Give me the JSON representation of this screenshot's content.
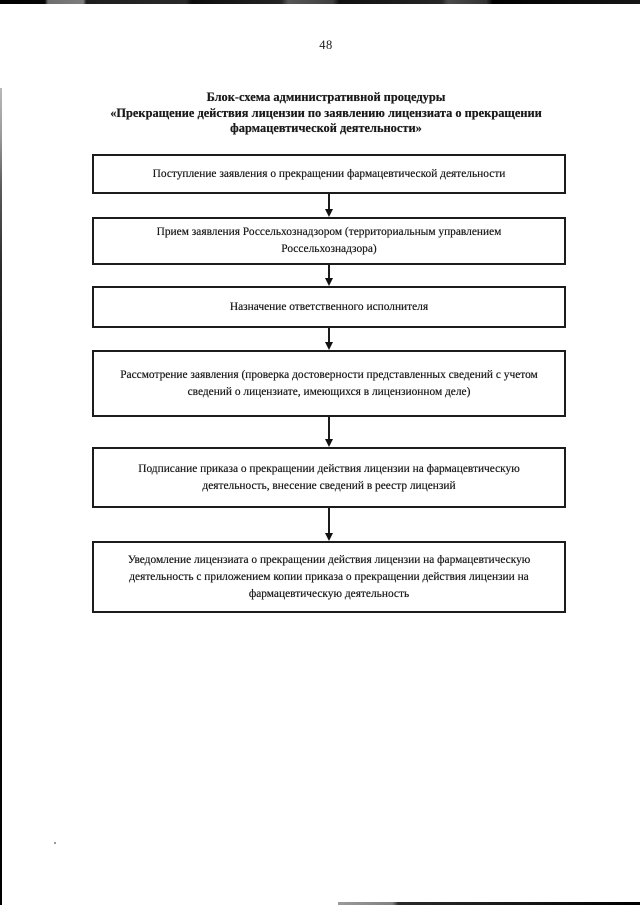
{
  "colors": {
    "ink": "#1b1b1b",
    "paper": "#ffffff",
    "box_border": "#1c1c1c"
  },
  "page": {
    "number": "48",
    "title_lines": [
      "Блок-схема административной процедуры",
      "«Прекращение действия лицензии по заявлению лицензиата о прекращении",
      "фармацевтической деятельности»"
    ]
  },
  "flowchart": {
    "steps": [
      {
        "text": "Поступление заявления о прекращении фармацевтической деятельности"
      },
      {
        "text": "Прием заявления Россельхознадзором (территориальным управлением\nРоссельхознадзора)"
      },
      {
        "text": "Назначение ответственного исполнителя"
      },
      {
        "text": "Рассмотрение заявления (проверка достоверности представленных сведений с учетом\nсведений о лицензиате, имеющихся в лицензионном деле)"
      },
      {
        "text": "Подписание приказа о прекращении действия лицензии на фармацевтическую\nдеятельность, внесение сведений в реестр лицензий"
      },
      {
        "text": "Уведомление лицензиата о прекращении действия лицензии на фармацевтическую\nдеятельность с приложением копии приказа о прекращении действия лицензии на\nфармацевтическую деятельность"
      }
    ]
  }
}
